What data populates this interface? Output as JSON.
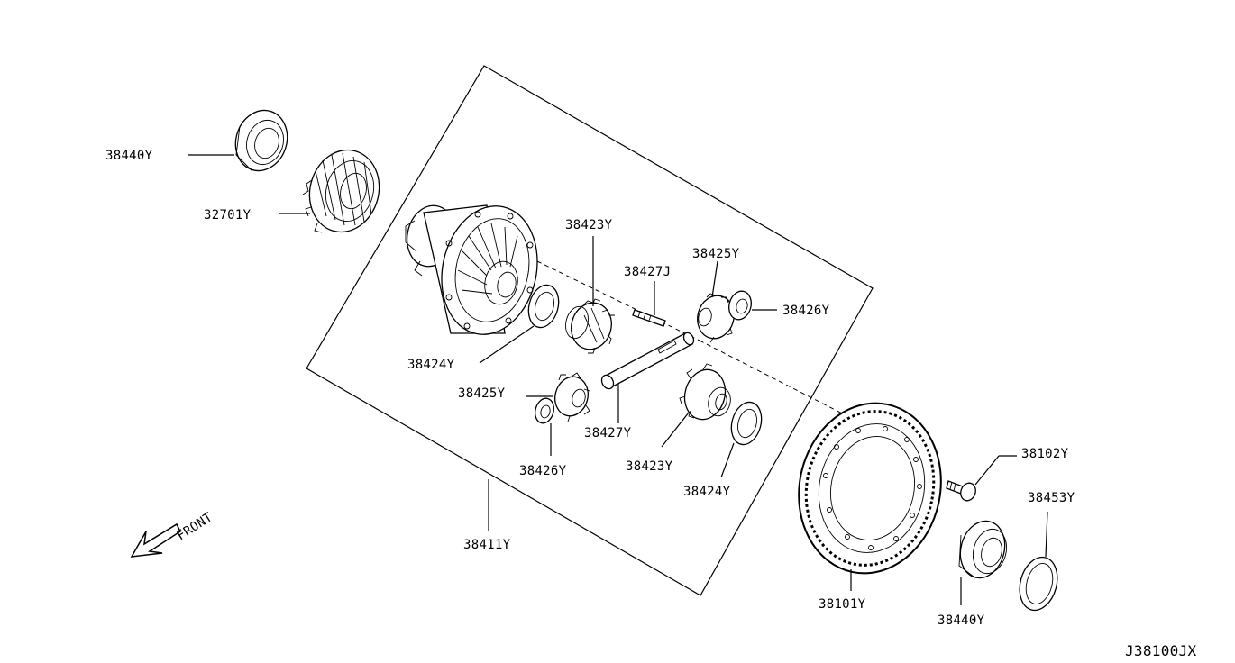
{
  "diagram_code": "J38100JX",
  "direction_label": "FRONT",
  "labels": {
    "bearing_left": "38440Y",
    "pinion_gear": "32701Y",
    "side_gear_top": "38423Y",
    "side_gear_bottom": "38423Y",
    "pinion_shaft_pin": "38427J",
    "pinion_mate_top": "38425Y",
    "pinion_mate_bottom": "38425Y",
    "thrust_washer_top": "38426Y",
    "thrust_washer_bottom": "38426Y",
    "side_washer_left": "38424Y",
    "side_washer_right": "38424Y",
    "pinion_shaft": "38427Y",
    "diff_case": "38411Y",
    "final_gear": "38101Y",
    "gear_bolt": "38102Y",
    "shim": "38453Y",
    "bearing_right": "38440Y"
  }
}
